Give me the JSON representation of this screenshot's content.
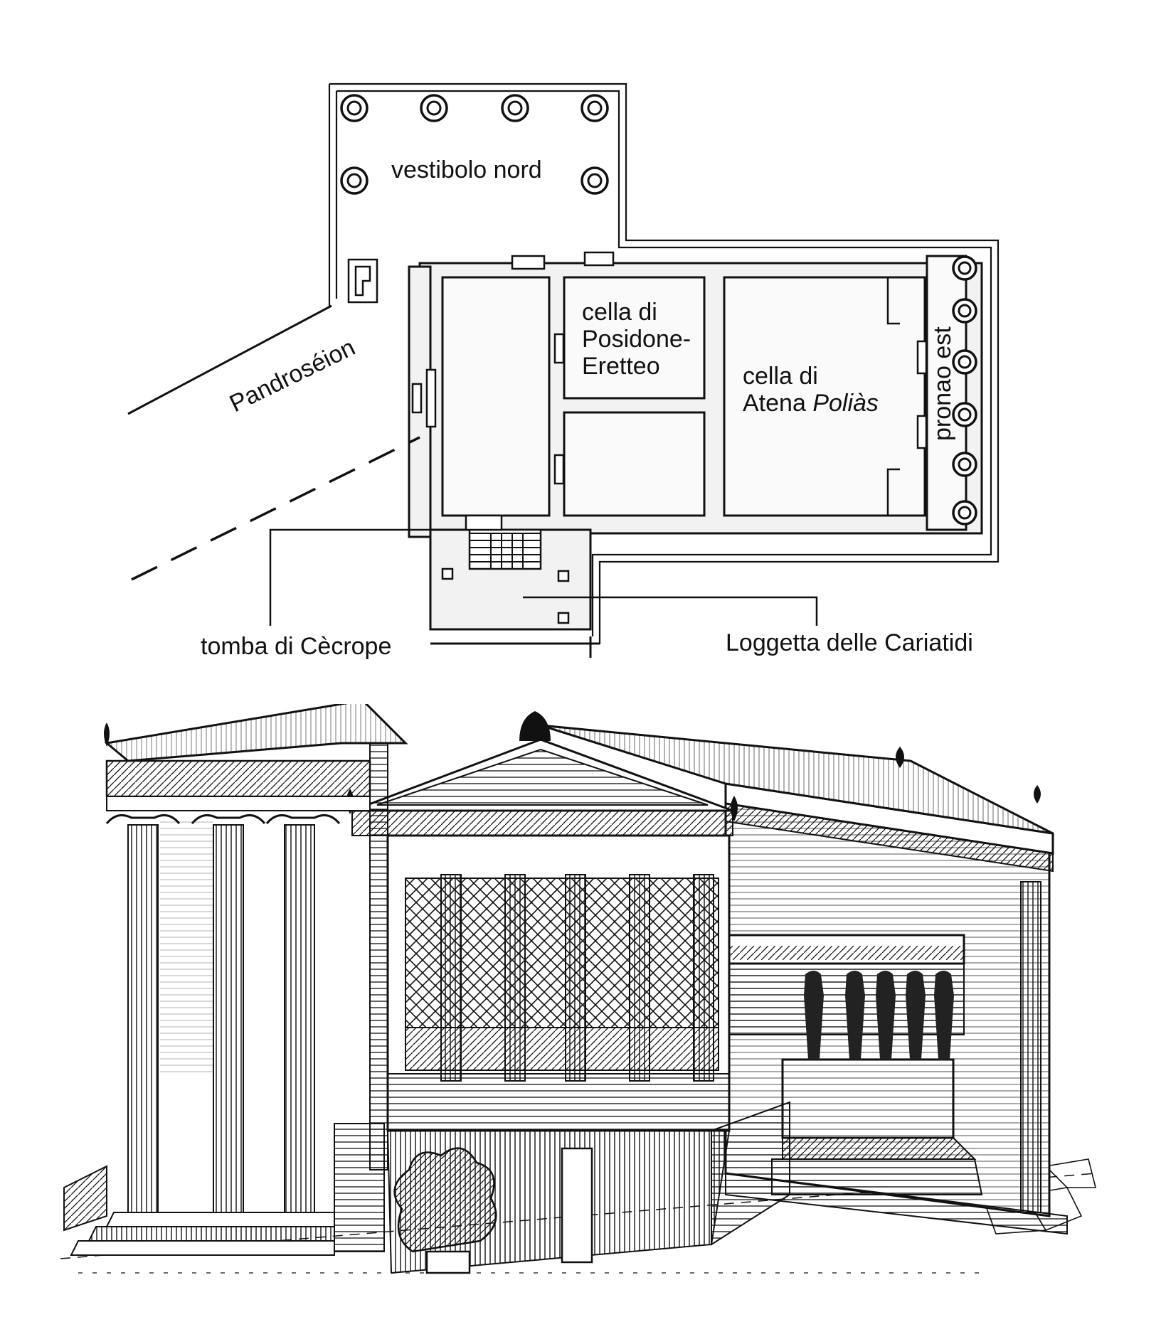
{
  "plan": {
    "labels": {
      "vestibolo_nord": "vestibolo nord",
      "cella_posidone_1": "cella di",
      "cella_posidone_2": "Posidone-",
      "cella_posidone_3": "Eretteo",
      "cella_atena_1": "cella di",
      "cella_atena_2_prefix": "Atena ",
      "cella_atena_2_italic": "Poliàs",
      "pronao_est": "pronao est",
      "pandroseion": "Pandroséion",
      "tomba_cecrope": "tomba di Cècrope",
      "loggetta_cariatidi": "Loggetta delle Cariatidi"
    }
  },
  "elevation": {
    "icons": [
      "temple-elevation-drawing",
      "ionic-column-icon",
      "caryatid-icon",
      "olive-tree-icon",
      "acroterion-icon"
    ]
  },
  "colors": {
    "ink": "#111111",
    "paper": "#ffffff"
  }
}
